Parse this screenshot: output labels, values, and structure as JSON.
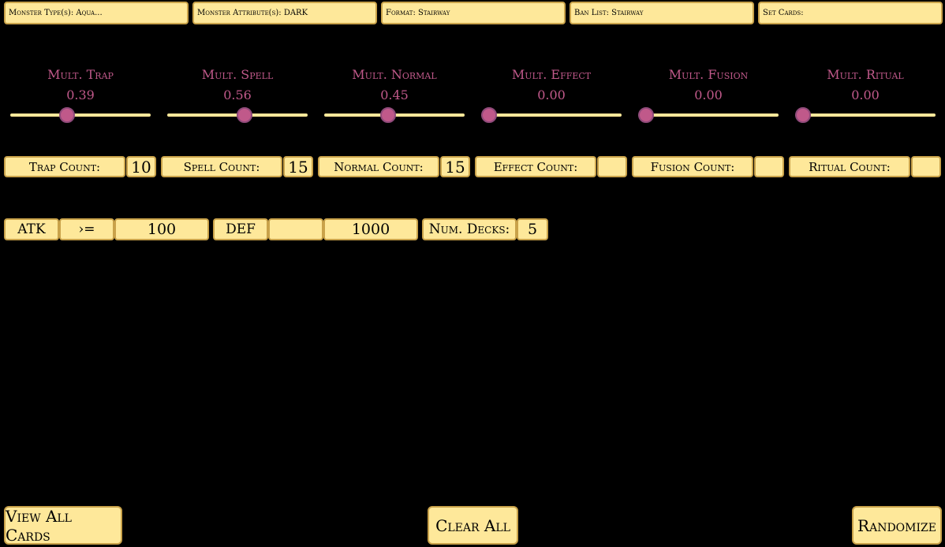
{
  "top_filters": {
    "monster_type": "Monster Type(s): Aqua...",
    "monster_attribute": "Monster Attribute(s): DARK",
    "format": "Format: Stairway",
    "ban_list": "Ban List: Stairway",
    "set_cards": "Set Cards:"
  },
  "multipliers": [
    {
      "label": "Mult. Trap",
      "value": "0.39",
      "level": 0.39
    },
    {
      "label": "Mult. Spell",
      "value": "0.56",
      "level": 0.56
    },
    {
      "label": "Mult. Normal",
      "value": "0.45",
      "level": 0.45
    },
    {
      "label": "Mult. Effect",
      "value": "0.00",
      "level": 0.0
    },
    {
      "label": "Mult. Fusion",
      "value": "0.00",
      "level": 0.0
    },
    {
      "label": "Mult. Ritual",
      "value": "0.00",
      "level": 0.0
    }
  ],
  "counts": [
    {
      "label": "Trap Count:",
      "value": "10"
    },
    {
      "label": "Spell Count:",
      "value": "15"
    },
    {
      "label": "Normal Count:",
      "value": "15"
    },
    {
      "label": "Effect Count:",
      "value": ""
    },
    {
      "label": "Fusion Count:",
      "value": ""
    },
    {
      "label": "Ritual Count:",
      "value": ""
    }
  ],
  "stats": {
    "atk_label": "ATK",
    "atk_operator": "›=",
    "atk_value": "100",
    "def_label": "DEF",
    "def_operator": "",
    "def_value": "1000",
    "num_decks_label": "Num. Decks:",
    "num_decks_value": "5"
  },
  "actions": {
    "view_all": "View All Cards",
    "clear_all": "Clear All",
    "randomize": "Randomize"
  },
  "colors": {
    "background": "#000000",
    "button": "#fee89a",
    "accent": "#c0598a"
  }
}
